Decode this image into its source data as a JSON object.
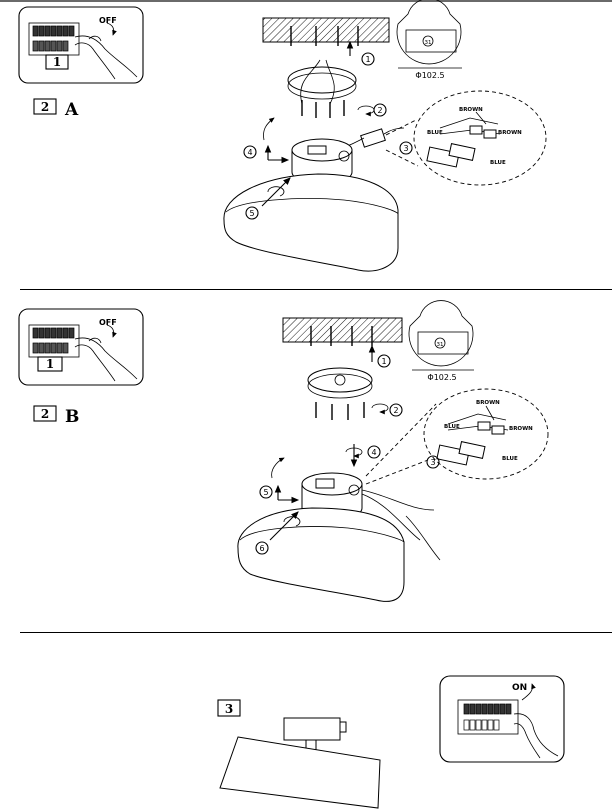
{
  "switch_panel": {
    "off_label": "OFF",
    "on_label": "ON"
  },
  "steps": {
    "one": "1",
    "two": "2",
    "three": "3",
    "four": "4",
    "five": "5",
    "six": "6"
  },
  "variants": {
    "a": "A",
    "b": "B"
  },
  "diameter_label": "Φ102.5",
  "mount_plate_label": "31",
  "wires": {
    "brown": "BROWN",
    "blue": "BLUE"
  }
}
